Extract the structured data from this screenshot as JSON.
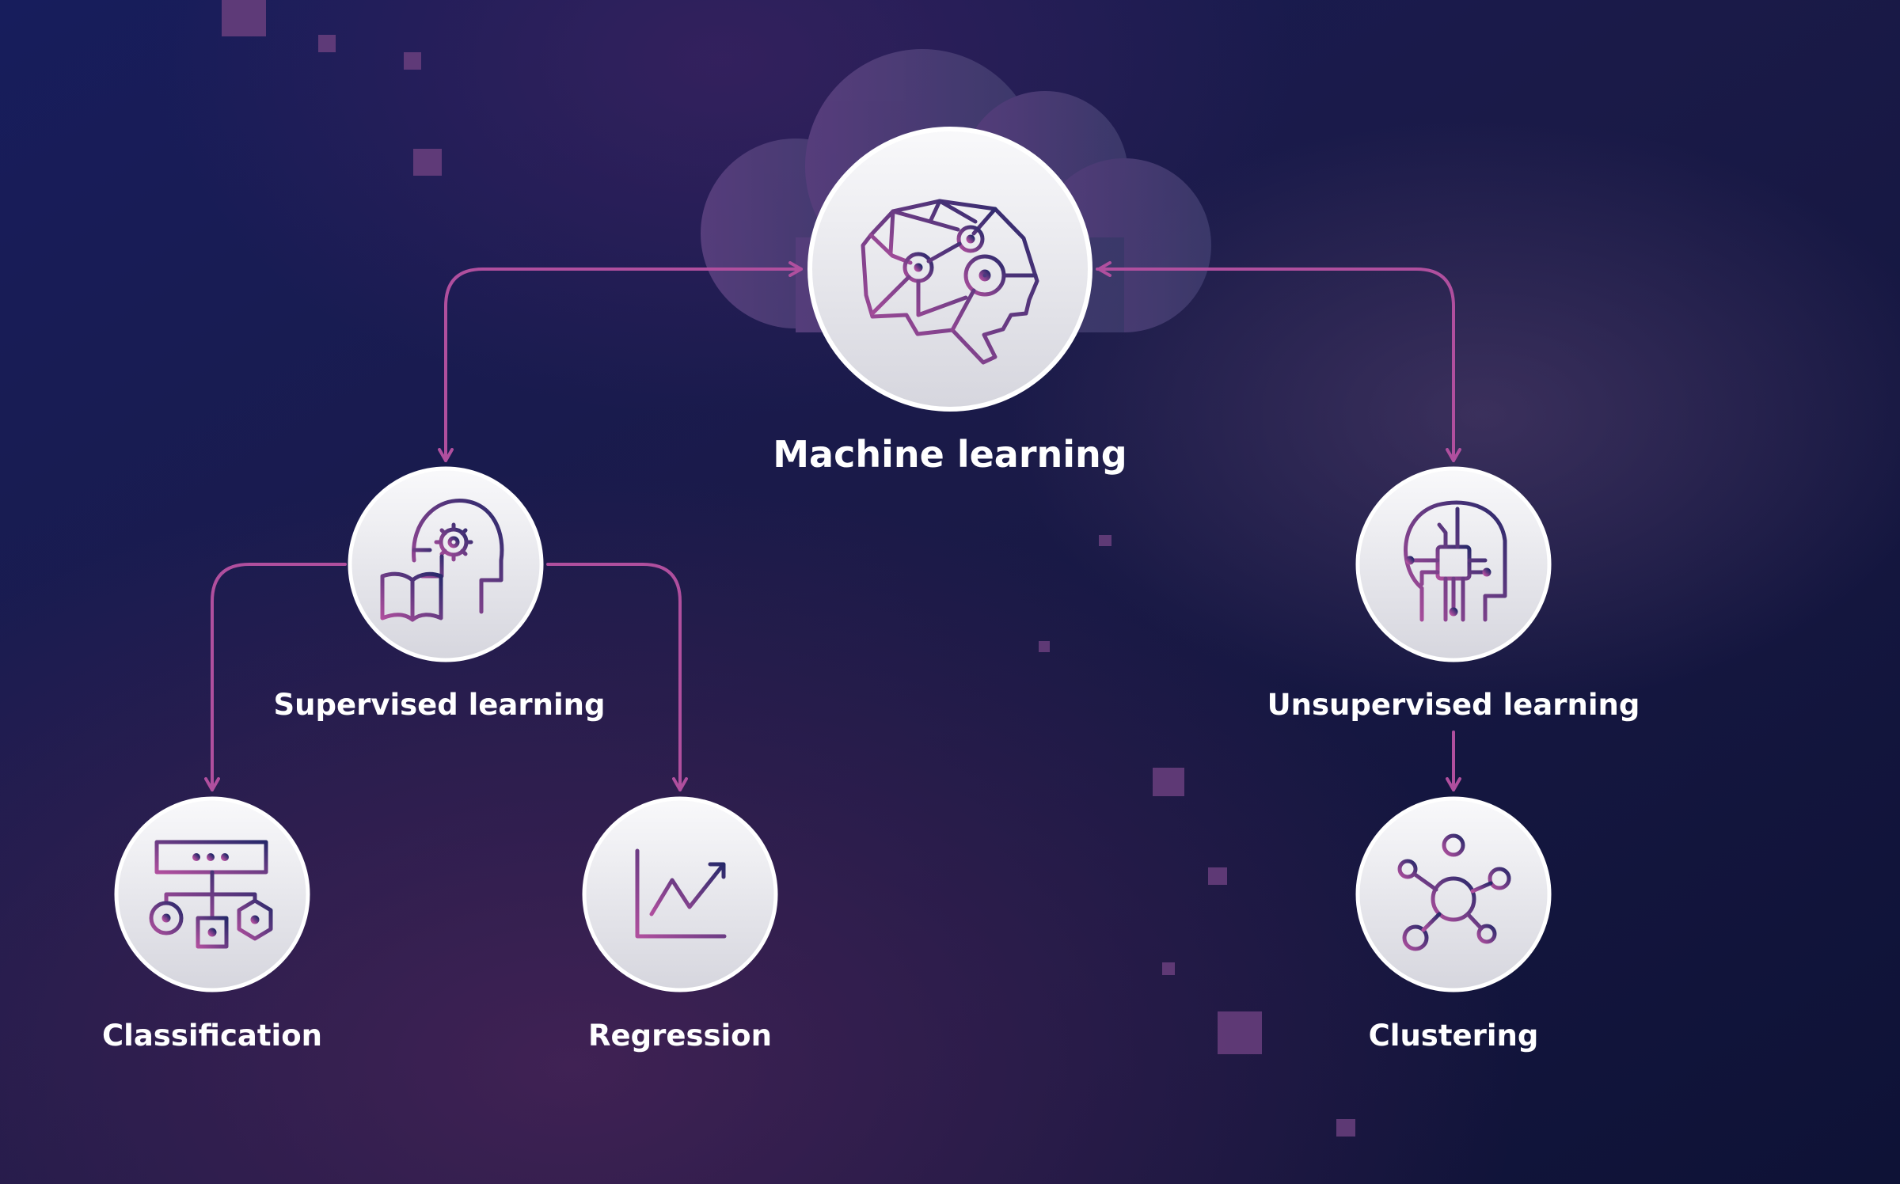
{
  "diagram": {
    "root": {
      "label": "Machine learning",
      "icon": "brain-circuit-icon"
    },
    "branches": [
      {
        "label": "Supervised learning",
        "icon": "head-gear-book-icon",
        "children": [
          {
            "label": "Classification",
            "icon": "flowchart-shapes-icon"
          },
          {
            "label": "Regression",
            "icon": "line-chart-up-icon"
          }
        ]
      },
      {
        "label": "Unsupervised learning",
        "icon": "head-chip-icon",
        "children": [
          {
            "label": "Clustering",
            "icon": "network-nodes-icon"
          }
        ]
      }
    ]
  },
  "colors": {
    "background_top": "#161c5a",
    "background_bottom": "#2c1c4c",
    "connector": "#b04f9e",
    "icon_start": "#b04f9e",
    "icon_end": "#2a2a6a",
    "node_fill": "#f2f2f5",
    "label": "#ffffff"
  }
}
